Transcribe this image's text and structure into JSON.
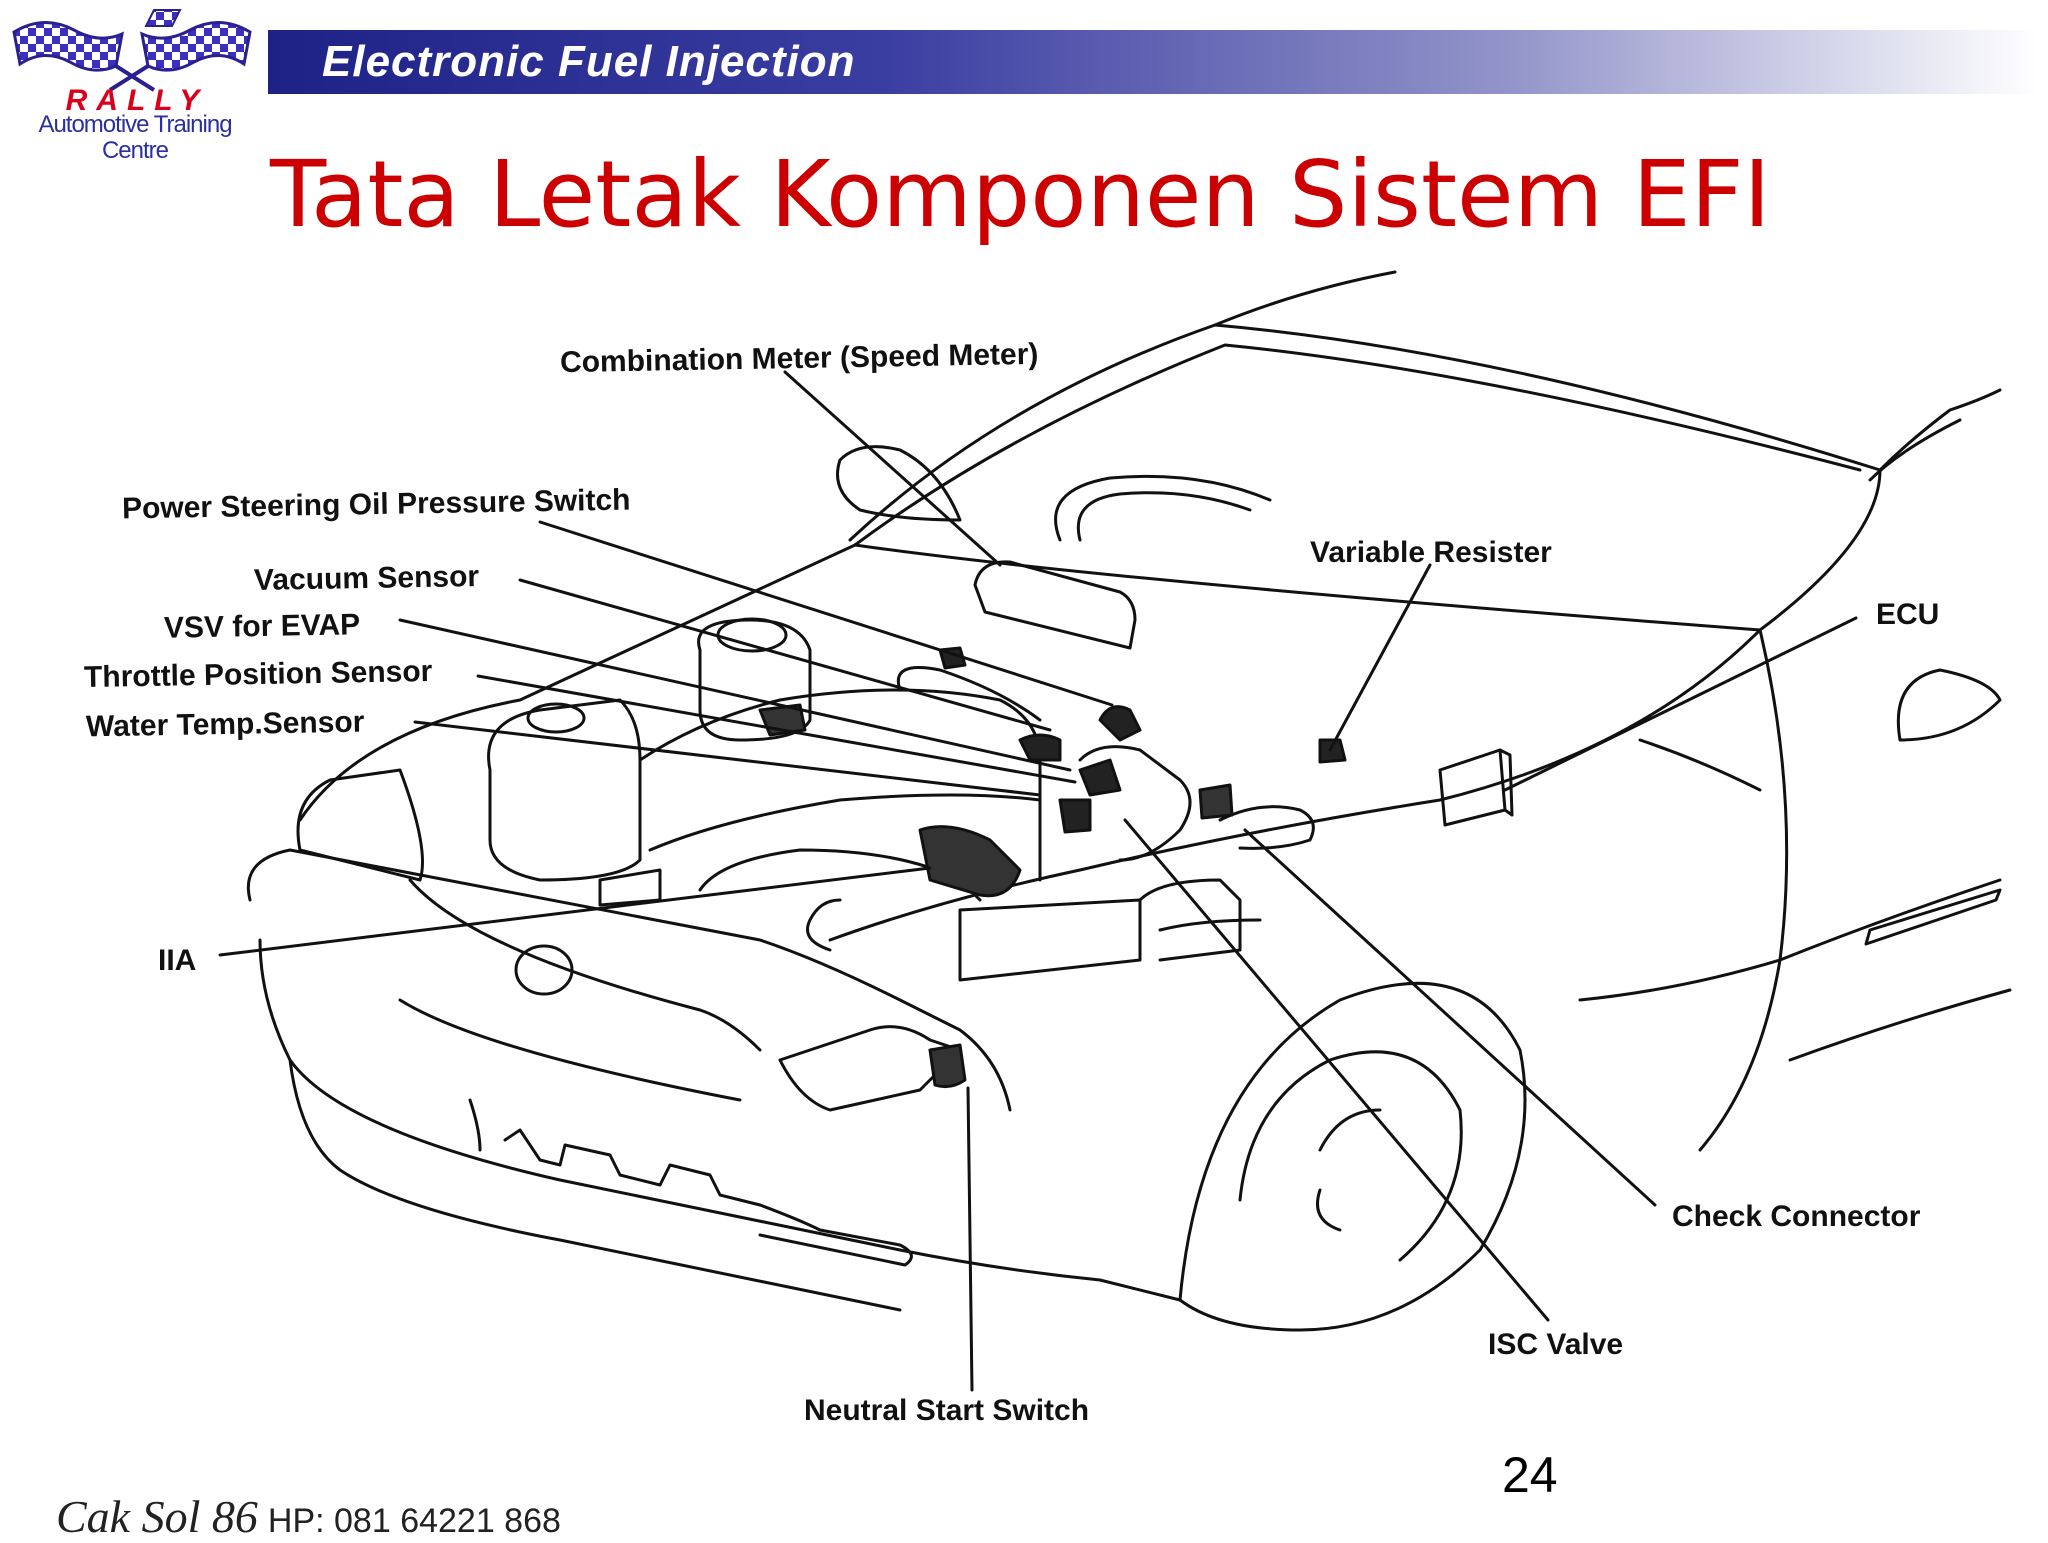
{
  "logo": {
    "brand": "RALLY",
    "subtitle": "Automotive Training Centre",
    "icon": "checkered-flags-icon"
  },
  "header": {
    "title": "Electronic Fuel Injection"
  },
  "slide": {
    "title": "Tata Letak Komponen Sistem EFI"
  },
  "labels": {
    "combination_meter": "Combination Meter (Speed Meter)",
    "power_steering": "Power Steering Oil Pressure Switch",
    "vacuum_sensor": "Vacuum Sensor",
    "vsv_evap": "VSV for EVAP",
    "throttle_position": "Throttle Position Sensor",
    "water_temp": "Water Temp.Sensor",
    "iia": "IIA",
    "variable_resister": "Variable Resister",
    "ecu": "ECU",
    "check_connector": "Check Connector",
    "isc_valve": "ISC Valve",
    "neutral_start": "Neutral Start Switch"
  },
  "footer": {
    "name": "Cak Sol 86",
    "phone": "HP: 081 64221 868"
  },
  "page_number": "24",
  "colors": {
    "header_blue": "#1e2186",
    "title_red": "#cc0000",
    "logo_purple": "#3b2fc0",
    "logo_red": "#d8001b"
  }
}
